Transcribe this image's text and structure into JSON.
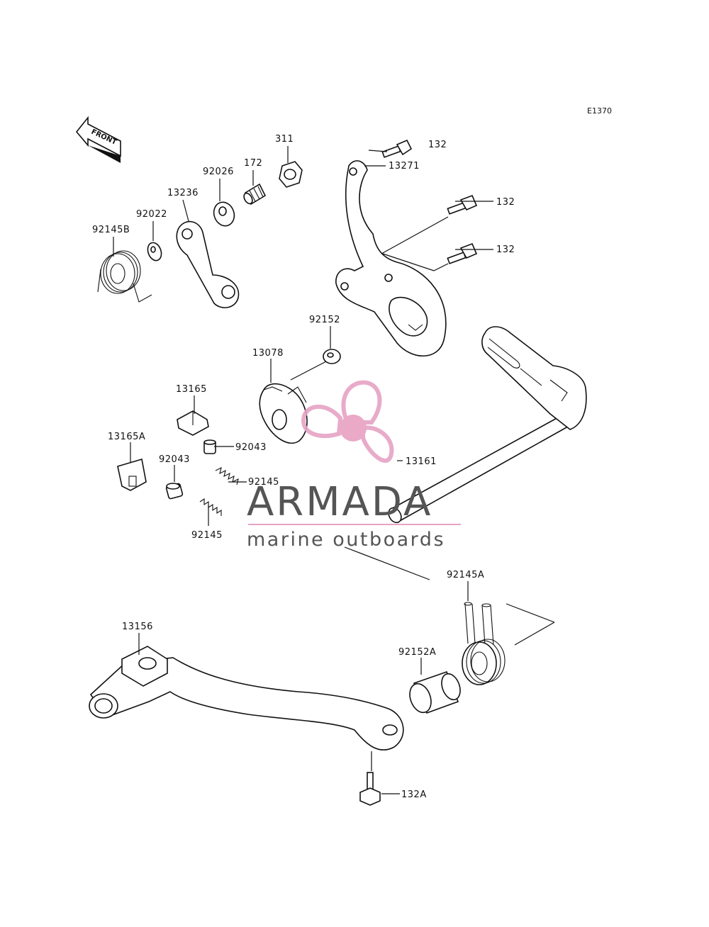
{
  "diagram_code": "E1370",
  "front_label": "FRONT",
  "labels": [
    {
      "id": "p311",
      "text": "311"
    },
    {
      "id": "p172",
      "text": "172"
    },
    {
      "id": "p92026",
      "text": "92026"
    },
    {
      "id": "p13236",
      "text": "13236"
    },
    {
      "id": "p92022",
      "text": "92022"
    },
    {
      "id": "p92145B",
      "text": "92145B"
    },
    {
      "id": "p132a",
      "text": "132"
    },
    {
      "id": "p13271",
      "text": "13271"
    },
    {
      "id": "p132b",
      "text": "132"
    },
    {
      "id": "p132c",
      "text": "132"
    },
    {
      "id": "p92152",
      "text": "92152"
    },
    {
      "id": "p13078",
      "text": "13078"
    },
    {
      "id": "p13165",
      "text": "13165"
    },
    {
      "id": "p13165A",
      "text": "13165A"
    },
    {
      "id": "p92043a",
      "text": "92043"
    },
    {
      "id": "p92043b",
      "text": "92043"
    },
    {
      "id": "p92145a",
      "text": "92145"
    },
    {
      "id": "p92145b",
      "text": "92145"
    },
    {
      "id": "p13161",
      "text": "13161"
    },
    {
      "id": "p92145A",
      "text": "92145A"
    },
    {
      "id": "p13156",
      "text": "13156"
    },
    {
      "id": "p92152A",
      "text": "92152A"
    },
    {
      "id": "p132A",
      "text": "132A"
    }
  ],
  "watermark": {
    "brand": "ARMADA",
    "tagline": "marine outboards",
    "logo_color": "#e6a3c4",
    "logo_center_color": "#e8a0c2",
    "divider_color": "#e6a3c4"
  }
}
